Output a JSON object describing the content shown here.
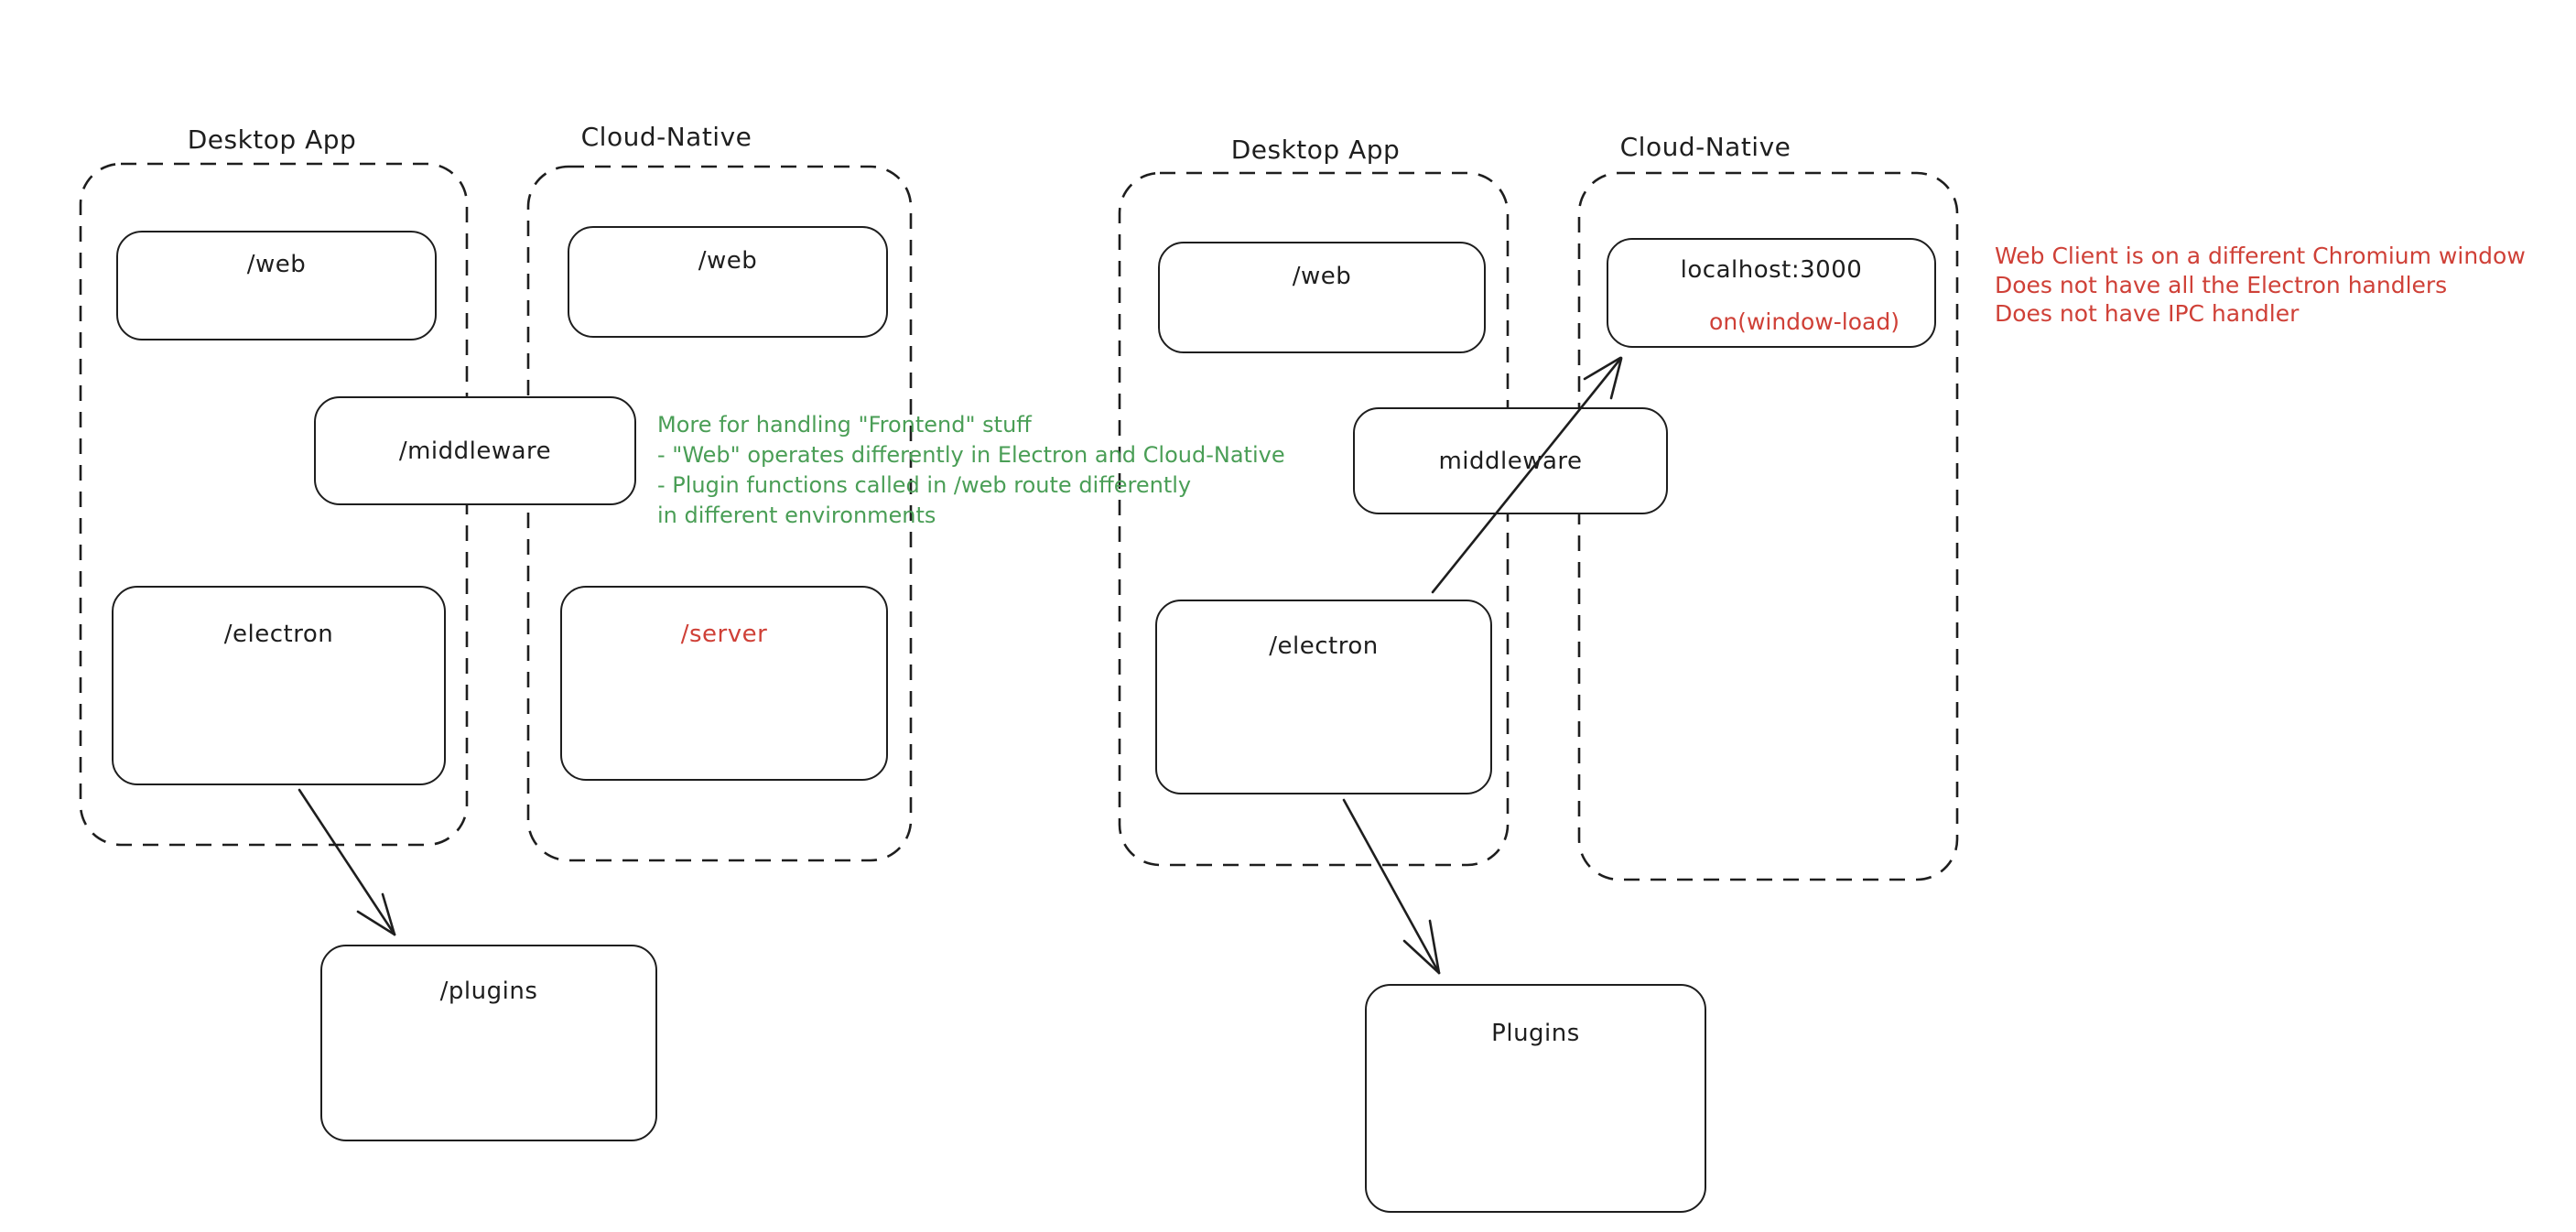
{
  "canvas": {
    "background": "#ffffff",
    "stroke_color": "#1e1e1e",
    "red_accent": "#cf4037",
    "green_accent": "#4a9e56"
  },
  "left_diagram": {
    "desktop_group_title": "Desktop App",
    "cloud_group_title": "Cloud-Native",
    "desktop_web_box": "/web",
    "cloud_web_box": "/web",
    "middleware_box": "/middleware",
    "electron_box": "/electron",
    "server_box": "/server",
    "plugins_box": "/plugins",
    "green_note_lines": [
      "More for handling \"Frontend\" stuff",
      "- \"Web\" operates differently in Electron and Cloud-Native",
      "- Plugin functions called in /web route differently",
      "in different environments"
    ]
  },
  "right_diagram": {
    "desktop_group_title": "Desktop App",
    "cloud_group_title": "Cloud-Native",
    "desktop_web_box": "/web",
    "localhost_box_title": "localhost:3000",
    "localhost_box_event": "on(window-load)",
    "middleware_box": "middleware",
    "electron_box": "/electron",
    "plugins_box": "Plugins",
    "red_note_lines": [
      "Web Client is on a different Chromium window",
      "Does not have all the Electron handlers",
      "Does not have IPC handler"
    ]
  }
}
